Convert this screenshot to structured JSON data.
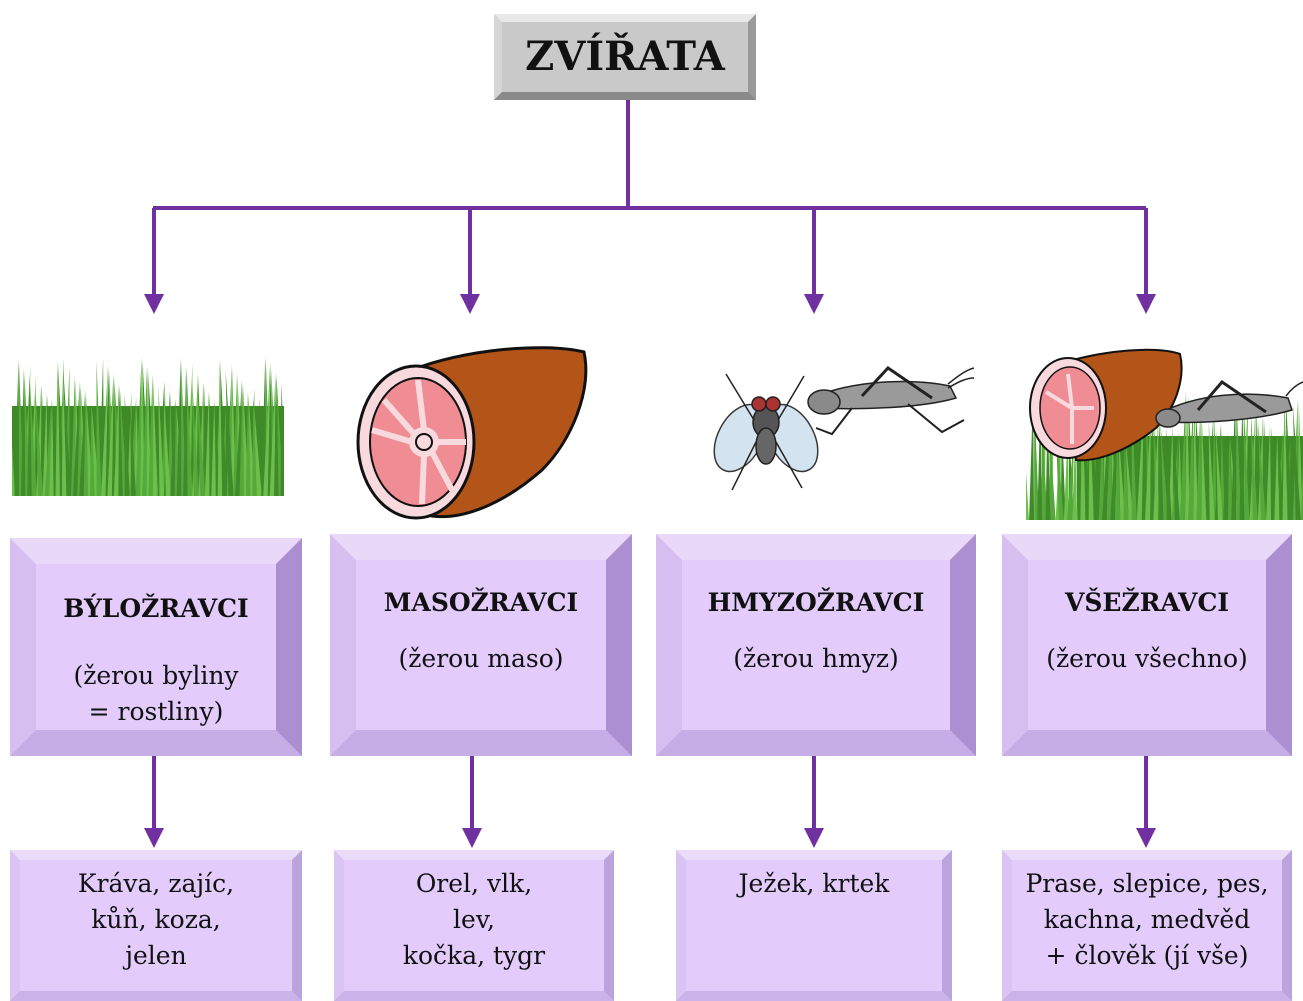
{
  "root": {
    "label": "ZVÍŘATA"
  },
  "categories": [
    {
      "title": "BÝLOŽRAVCI",
      "desc_lines": [
        "(žerou byliny",
        "= rostliny)"
      ],
      "image": "grass-image",
      "examples": [
        "Kráva, zajíc,",
        "kůň, koza,",
        "jelen"
      ]
    },
    {
      "title": "MASOŽRAVCI",
      "desc_lines": [
        "(žerou maso)"
      ],
      "image": "meat-ham-image",
      "examples": [
        "Orel, vlk,",
        "lev,",
        "kočka, tygr"
      ]
    },
    {
      "title": "HMYZOŽRAVCI",
      "desc_lines": [
        "(žerou hmyz)"
      ],
      "image": "fly-and-grasshopper-image",
      "examples": [
        "Ježek, krtek"
      ]
    },
    {
      "title": "VŠEŽRAVCI",
      "desc_lines": [
        "(žerou všechno)"
      ],
      "image": "ham-grasshopper-grass-image",
      "examples": [
        "Prase, slepice, pes,",
        "kachna, medvěd",
        "+ člověk (jí vše)"
      ]
    }
  ],
  "colors": {
    "connector": "#7030a0",
    "box_fill": "#e3ccfb",
    "root_fill": "#c9c9c9",
    "grass": "#3f8a2a",
    "meat": "#b35418",
    "meat_cut": "#f08c94"
  }
}
